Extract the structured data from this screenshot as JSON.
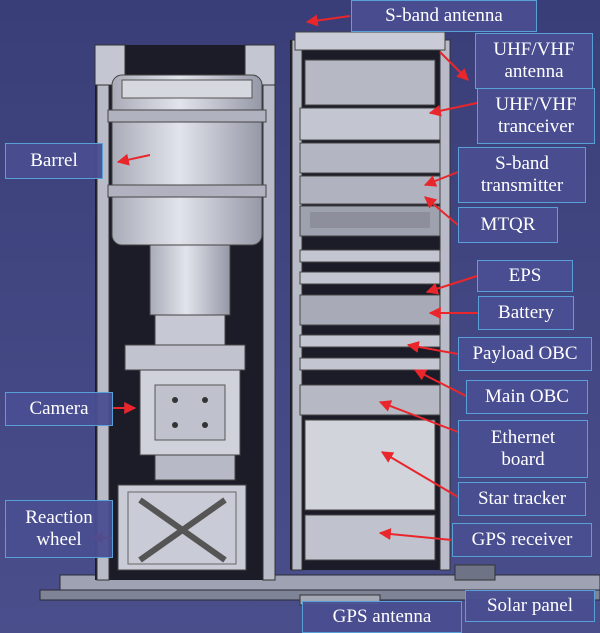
{
  "labels": {
    "s_band_antenna": "S-band antenna",
    "uhf_vhf_antenna": [
      "UHF/VHF",
      "antenna"
    ],
    "uhf_vhf_transceiver": [
      "UHF/VHF",
      "tranceiver"
    ],
    "barrel": "Barrel",
    "s_band_transmitter": [
      "S-band",
      "transmitter"
    ],
    "mtqr": "MTQR",
    "eps": "EPS",
    "battery": "Battery",
    "payload_obc": "Payload OBC",
    "camera": "Camera",
    "main_obc": "Main OBC",
    "ethernet_board": [
      "Ethernet",
      "board"
    ],
    "star_tracker": "Star tracker",
    "reaction_wheel": [
      "Reaction",
      "wheel"
    ],
    "gps_receiver": "GPS receiver",
    "gps_antenna": "GPS antenna",
    "solar_panel": "Solar panel"
  },
  "colors": {
    "background": "#3b3f78",
    "frame": "#1c1c28",
    "component": "#c9ccd6",
    "arrow": "#e8262c",
    "label_border": "#5aa0d8"
  }
}
